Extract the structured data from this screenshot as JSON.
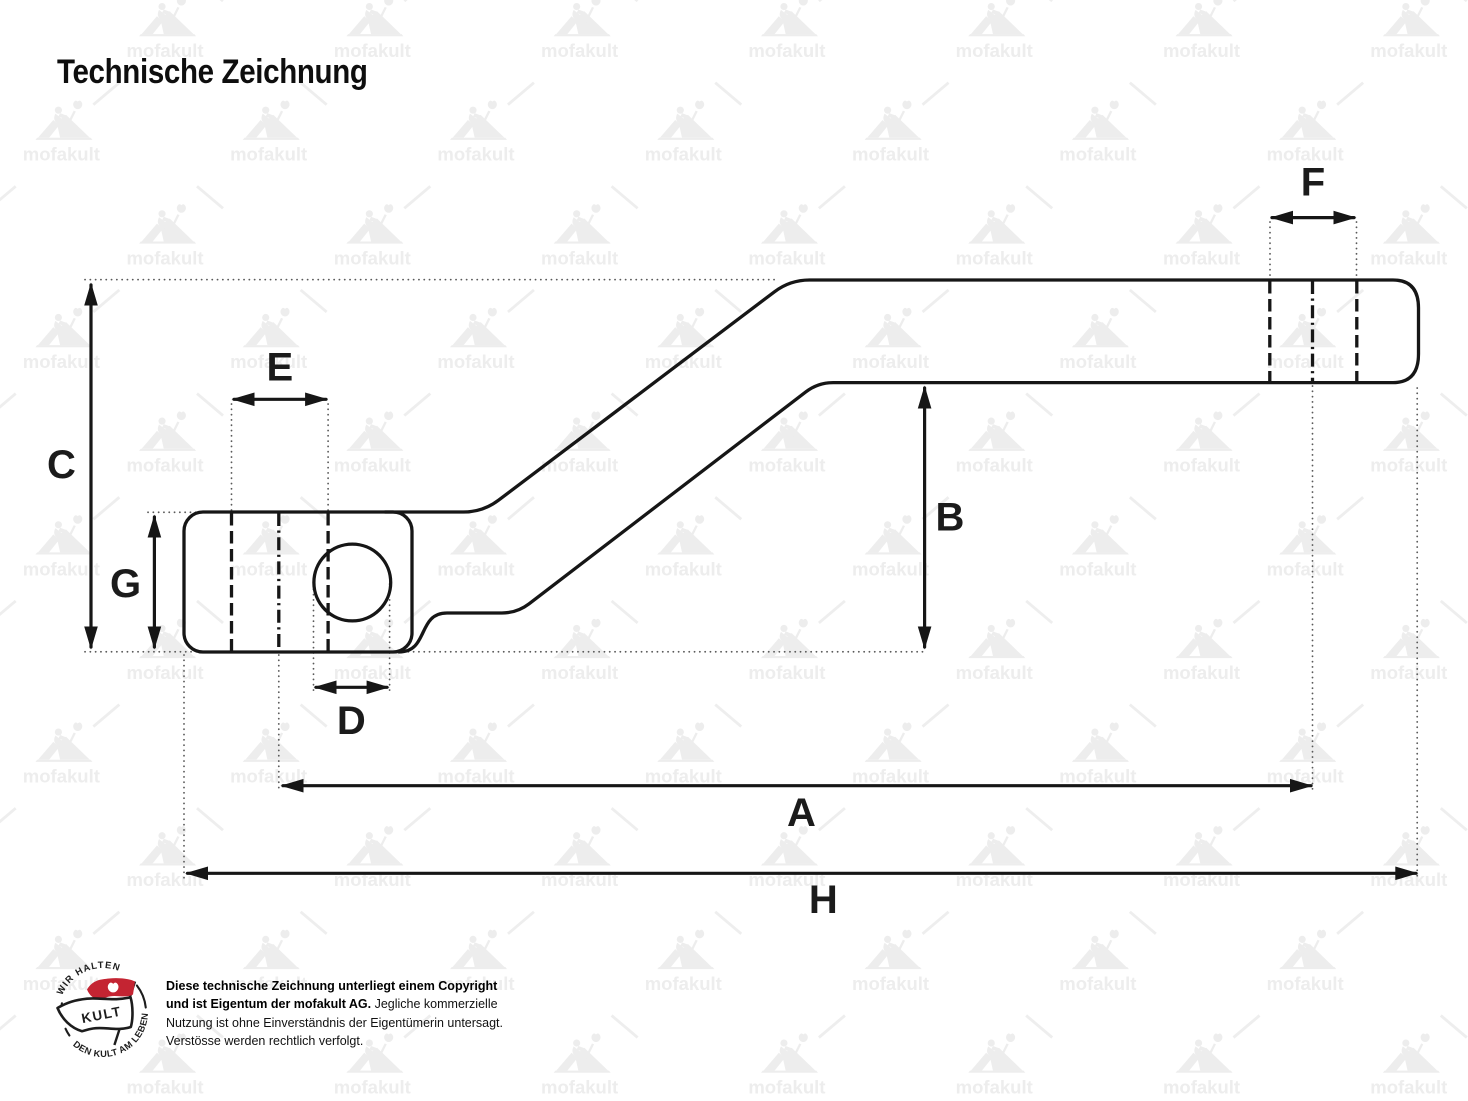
{
  "title": "Technische Zeichnung",
  "watermark": {
    "text": "mofakult",
    "color": "#ededed"
  },
  "drawing": {
    "type": "technical-drawing",
    "dimension_labels": {
      "a": "A",
      "b": "B",
      "c": "C",
      "d": "D",
      "e": "E",
      "f": "F",
      "g": "G",
      "h": "H"
    }
  },
  "logo": {
    "arc_top": "WIR HALTEN",
    "arc_bottom": "DEN KULT AM LEBEN",
    "banner": "KULT",
    "flag_color": "#c42432"
  },
  "copyright": {
    "line1_bold": "Diese technische Zeichnung unterliegt einem Copyright",
    "line2_bold": "und ist Eigentum der mofakult AG.",
    "line2_rest": " Jegliche kommerzielle",
    "line3": "Nutzung ist ohne Einverständnis der Eigentümerin untersagt.",
    "line4": "Verstösse werden rechtlich verfolgt."
  }
}
